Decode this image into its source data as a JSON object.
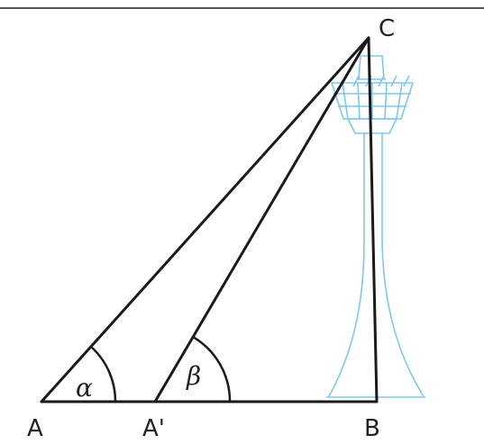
{
  "diagram": {
    "points": {
      "A": "A",
      "A_prime": "A'",
      "B": "B",
      "C": "C"
    },
    "angles": {
      "alpha": "α",
      "beta": "β"
    },
    "colors": {
      "line": "#1a1a1a",
      "tower": "#7ec8ee",
      "top_border": "#555555"
    },
    "icon": "control-tower-icon"
  }
}
